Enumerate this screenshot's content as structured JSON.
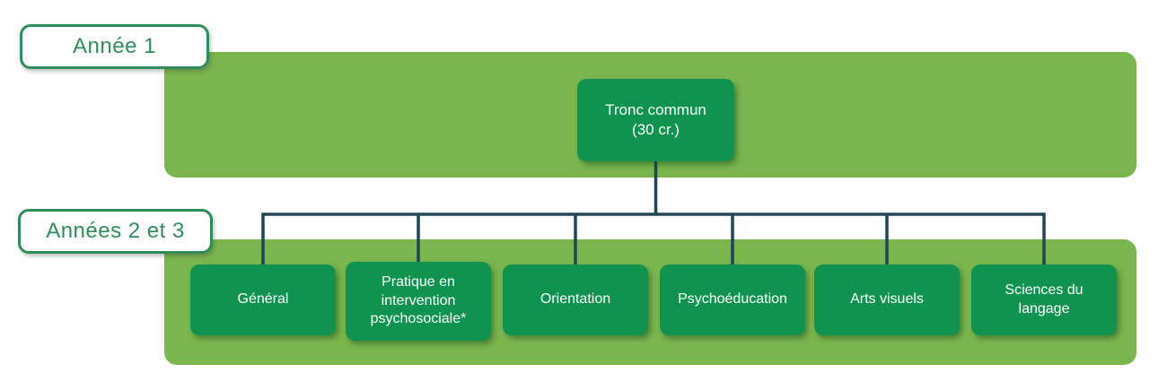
{
  "colors": {
    "panel-green": "#7ab54e",
    "node-green": "#10934e",
    "connector": "#1e4656",
    "accent-green": "#2f8d5b",
    "node-text": "#ffffff",
    "background": "#ffffff"
  },
  "year1": {
    "label": "Année 1"
  },
  "years23": {
    "label": "Années 2 et 3"
  },
  "trunk": {
    "title": "Tronc commun",
    "credits": "(30 cr.)"
  },
  "branches": [
    {
      "label": "Général"
    },
    {
      "label": "Pratique en intervention psychosociale*"
    },
    {
      "label": "Orientation"
    },
    {
      "label": "Psychoéducation"
    },
    {
      "label": "Arts visuels"
    },
    {
      "label": "Sciences du langage"
    }
  ]
}
